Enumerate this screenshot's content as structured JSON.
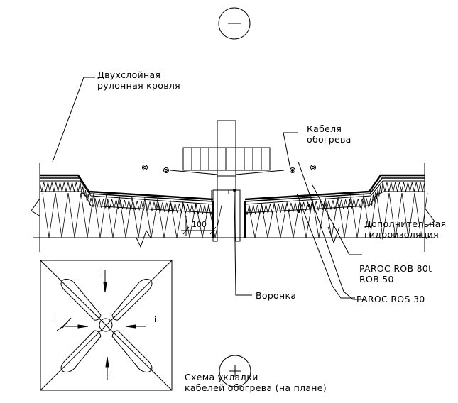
{
  "title": "Узел водосточной воронки с кабелями обогрева",
  "symbols": {
    "top_circle": "−",
    "bottom_circle": "+"
  },
  "labels": {
    "roofing": [
      "Двухслойная",
      "рулонная кровля"
    ],
    "cables": [
      "Кабеля",
      "обогрева"
    ],
    "extra_waterproofing": [
      "Дополнительная",
      "гидроизоляция"
    ],
    "rob": [
      "PAROC ROB 80t",
      "ROB 50"
    ],
    "ros": "PAROC ROS 30",
    "funnel": "Воронка",
    "dimension": "100",
    "scheme": [
      "Схема укладки",
      "кабелей обогрева (на плане)"
    ]
  },
  "plan": {
    "slope_marker": "i",
    "arrows": [
      "top",
      "left",
      "right",
      "bottom"
    ]
  },
  "colors": {
    "line": "#000000",
    "background": "#ffffff"
  }
}
